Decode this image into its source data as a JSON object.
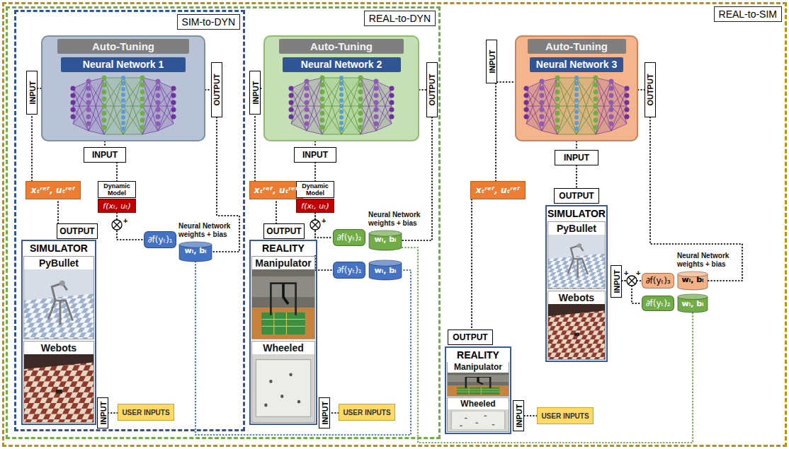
{
  "diagram": {
    "nodes": [
      {
        "text": [
          "REAL-to-SIM"
        ]
      },
      {
        "text": [
          "REAL-to-DYN"
        ],
        "in": 0
      },
      {
        "text": [
          "SIM-to-DYN"
        ],
        "in": 1
      },
      {
        "text": [
          "Auto-Tuning",
          "Neural Network 1"
        ],
        "in": 2
      },
      {
        "text": [
          "INPUT"
        ],
        "in": 2
      },
      {
        "text": [
          "OUTPUT"
        ],
        "in": 2
      },
      {
        "text": [
          "INPUT"
        ],
        "in": 2
      },
      {
        "text": [
          "xₜʳᵉᶠ, uₜʳᵉᶠ"
        ],
        "in": 2
      },
      {
        "text": [
          "Dynamic Model"
        ],
        "in": 2
      },
      {
        "text": [
          "f(xₜ, uₜ)"
        ],
        "in": 2
      },
      {
        "text": [
          "OUTPUT"
        ],
        "in": 2
      },
      {
        "text": [
          "SIMULATOR"
        ],
        "in": 2
      },
      {
        "text": [
          "PyBullet"
        ],
        "in": 11
      },
      {
        "text": [
          "Webots"
        ],
        "in": 11
      },
      {
        "text": [
          "INPUT"
        ],
        "in": 2
      },
      {
        "text": [
          "USER INPUTS"
        ],
        "in": 2
      },
      {
        "text": [
          "∂f(yₜ)₁"
        ],
        "in": 2
      },
      {
        "text": [
          "Neural Network weights + bias",
          "wᵢ, bᵢ"
        ],
        "in": 2
      },
      {
        "text": [
          "Auto-Tuning",
          "Neural Network 2"
        ],
        "in": 1
      },
      {
        "text": [
          "INPUT"
        ],
        "in": 1
      },
      {
        "text": [
          "OUTPUT"
        ],
        "in": 1
      },
      {
        "text": [
          "INPUT"
        ],
        "in": 1
      },
      {
        "text": [
          "xₜʳᵉᶠ, uₜʳᵉᶠ"
        ],
        "in": 1
      },
      {
        "text": [
          "Dynamic Model"
        ],
        "in": 1
      },
      {
        "text": [
          "f(xₜ, uₜ)"
        ],
        "in": 1
      },
      {
        "text": [
          "OUTPUT"
        ],
        "in": 1
      },
      {
        "text": [
          "REALITY"
        ],
        "in": 1
      },
      {
        "text": [
          "Manipulator"
        ],
        "in": 26
      },
      {
        "text": [
          "Wheeled"
        ],
        "in": 26
      },
      {
        "text": [
          "INPUT"
        ],
        "in": 1
      },
      {
        "text": [
          "USER INPUTS"
        ],
        "in": 1
      },
      {
        "text": [
          "∂f(yₜ)₂"
        ],
        "in": 1
      },
      {
        "text": [
          "Neural Network weights + bias",
          "wᵢ, bᵢ"
        ],
        "in": 1
      },
      {
        "text": [
          "∂f(yₜ)₁"
        ],
        "in": 1
      },
      {
        "text": [
          "wᵢ, bᵢ"
        ],
        "in": 1
      },
      {
        "text": [
          "Auto-Tuning",
          "Neural Network 3"
        ],
        "in": 0
      },
      {
        "text": [
          "INPUT"
        ],
        "in": 0
      },
      {
        "text": [
          "OUTPUT"
        ],
        "in": 0
      },
      {
        "text": [
          "INPUT"
        ],
        "in": 0
      },
      {
        "text": [
          "xₜʳᵉᶠ, uₜʳᵉᶠ"
        ],
        "in": 0
      },
      {
        "text": [
          "OUTPUT"
        ],
        "in": 0
      },
      {
        "text": [
          "SIMULATOR"
        ],
        "in": 0
      },
      {
        "text": [
          "PyBullet"
        ],
        "in": 41
      },
      {
        "text": [
          "Webots"
        ],
        "in": 41
      },
      {
        "text": [
          "INPUT"
        ],
        "in": 0
      },
      {
        "text": [
          "∂f(yₜ)₃"
        ],
        "in": 0
      },
      {
        "text": [
          "Neural Network weights + bias",
          "wᵢ, bᵢ"
        ],
        "in": 0
      },
      {
        "text": [
          "∂f(yₜ)₂"
        ],
        "in": 0
      },
      {
        "text": [
          "wᵢ, bᵢ"
        ],
        "in": 0
      },
      {
        "text": [
          "OUTPUT"
        ],
        "in": 0
      },
      {
        "text": [
          "REALITY"
        ],
        "in": 0
      },
      {
        "text": [
          "Manipulator"
        ],
        "in": 50
      },
      {
        "text": [
          "Wheeled"
        ],
        "in": 50
      },
      {
        "text": [
          "INPUT"
        ],
        "in": 0
      },
      {
        "text": [
          "USER INPUTS"
        ],
        "in": 0
      }
    ],
    "edges": [
      {
        "from": 7,
        "to": 4,
        "arrow": "none"
      },
      {
        "from": 6,
        "to": 8,
        "arrow": "none"
      },
      {
        "from": 10,
        "to": 7,
        "arrow": "none"
      },
      {
        "from": 9,
        "to": 16,
        "arrow": "none"
      },
      {
        "from": 5,
        "to": 17,
        "arrow": "none"
      },
      {
        "from": 15,
        "to": 14,
        "arrow": "none"
      },
      {
        "from": 17,
        "to": 34,
        "arrow": "none"
      },
      {
        "from": 22,
        "to": 19,
        "arrow": "none"
      },
      {
        "from": 21,
        "to": 23,
        "arrow": "none"
      },
      {
        "from": 25,
        "to": 22,
        "arrow": "none"
      },
      {
        "from": 24,
        "to": 31,
        "arrow": "none"
      },
      {
        "from": 24,
        "to": 33,
        "arrow": "none"
      },
      {
        "from": 20,
        "to": 32,
        "arrow": "none"
      },
      {
        "from": 30,
        "to": 29,
        "arrow": "none"
      },
      {
        "from": 32,
        "to": 48,
        "arrow": "none"
      },
      {
        "from": 36,
        "to": 39,
        "arrow": "none"
      },
      {
        "from": 39,
        "to": 49,
        "arrow": "none"
      },
      {
        "from": 38,
        "to": 40,
        "arrow": "none"
      },
      {
        "from": 44,
        "to": 45,
        "arrow": "none"
      },
      {
        "from": 44,
        "to": 47,
        "arrow": "none"
      },
      {
        "from": 37,
        "to": 46,
        "arrow": "none"
      },
      {
        "from": 54,
        "to": 53,
        "arrow": "none"
      },
      {
        "from": 4,
        "to": 3,
        "arrow": "none"
      },
      {
        "from": 3,
        "to": 5,
        "arrow": "none"
      },
      {
        "from": 3,
        "to": 6,
        "arrow": "none"
      },
      {
        "from": 19,
        "to": 18,
        "arrow": "none"
      },
      {
        "from": 18,
        "to": 20,
        "arrow": "none"
      },
      {
        "from": 18,
        "to": 21,
        "arrow": "none"
      },
      {
        "from": 36,
        "to": 35,
        "arrow": "none"
      },
      {
        "from": 35,
        "to": 37,
        "arrow": "none"
      },
      {
        "from": 35,
        "to": 38,
        "arrow": "none"
      }
    ],
    "labels": [
      "+",
      "+",
      "+",
      "+"
    ]
  }
}
